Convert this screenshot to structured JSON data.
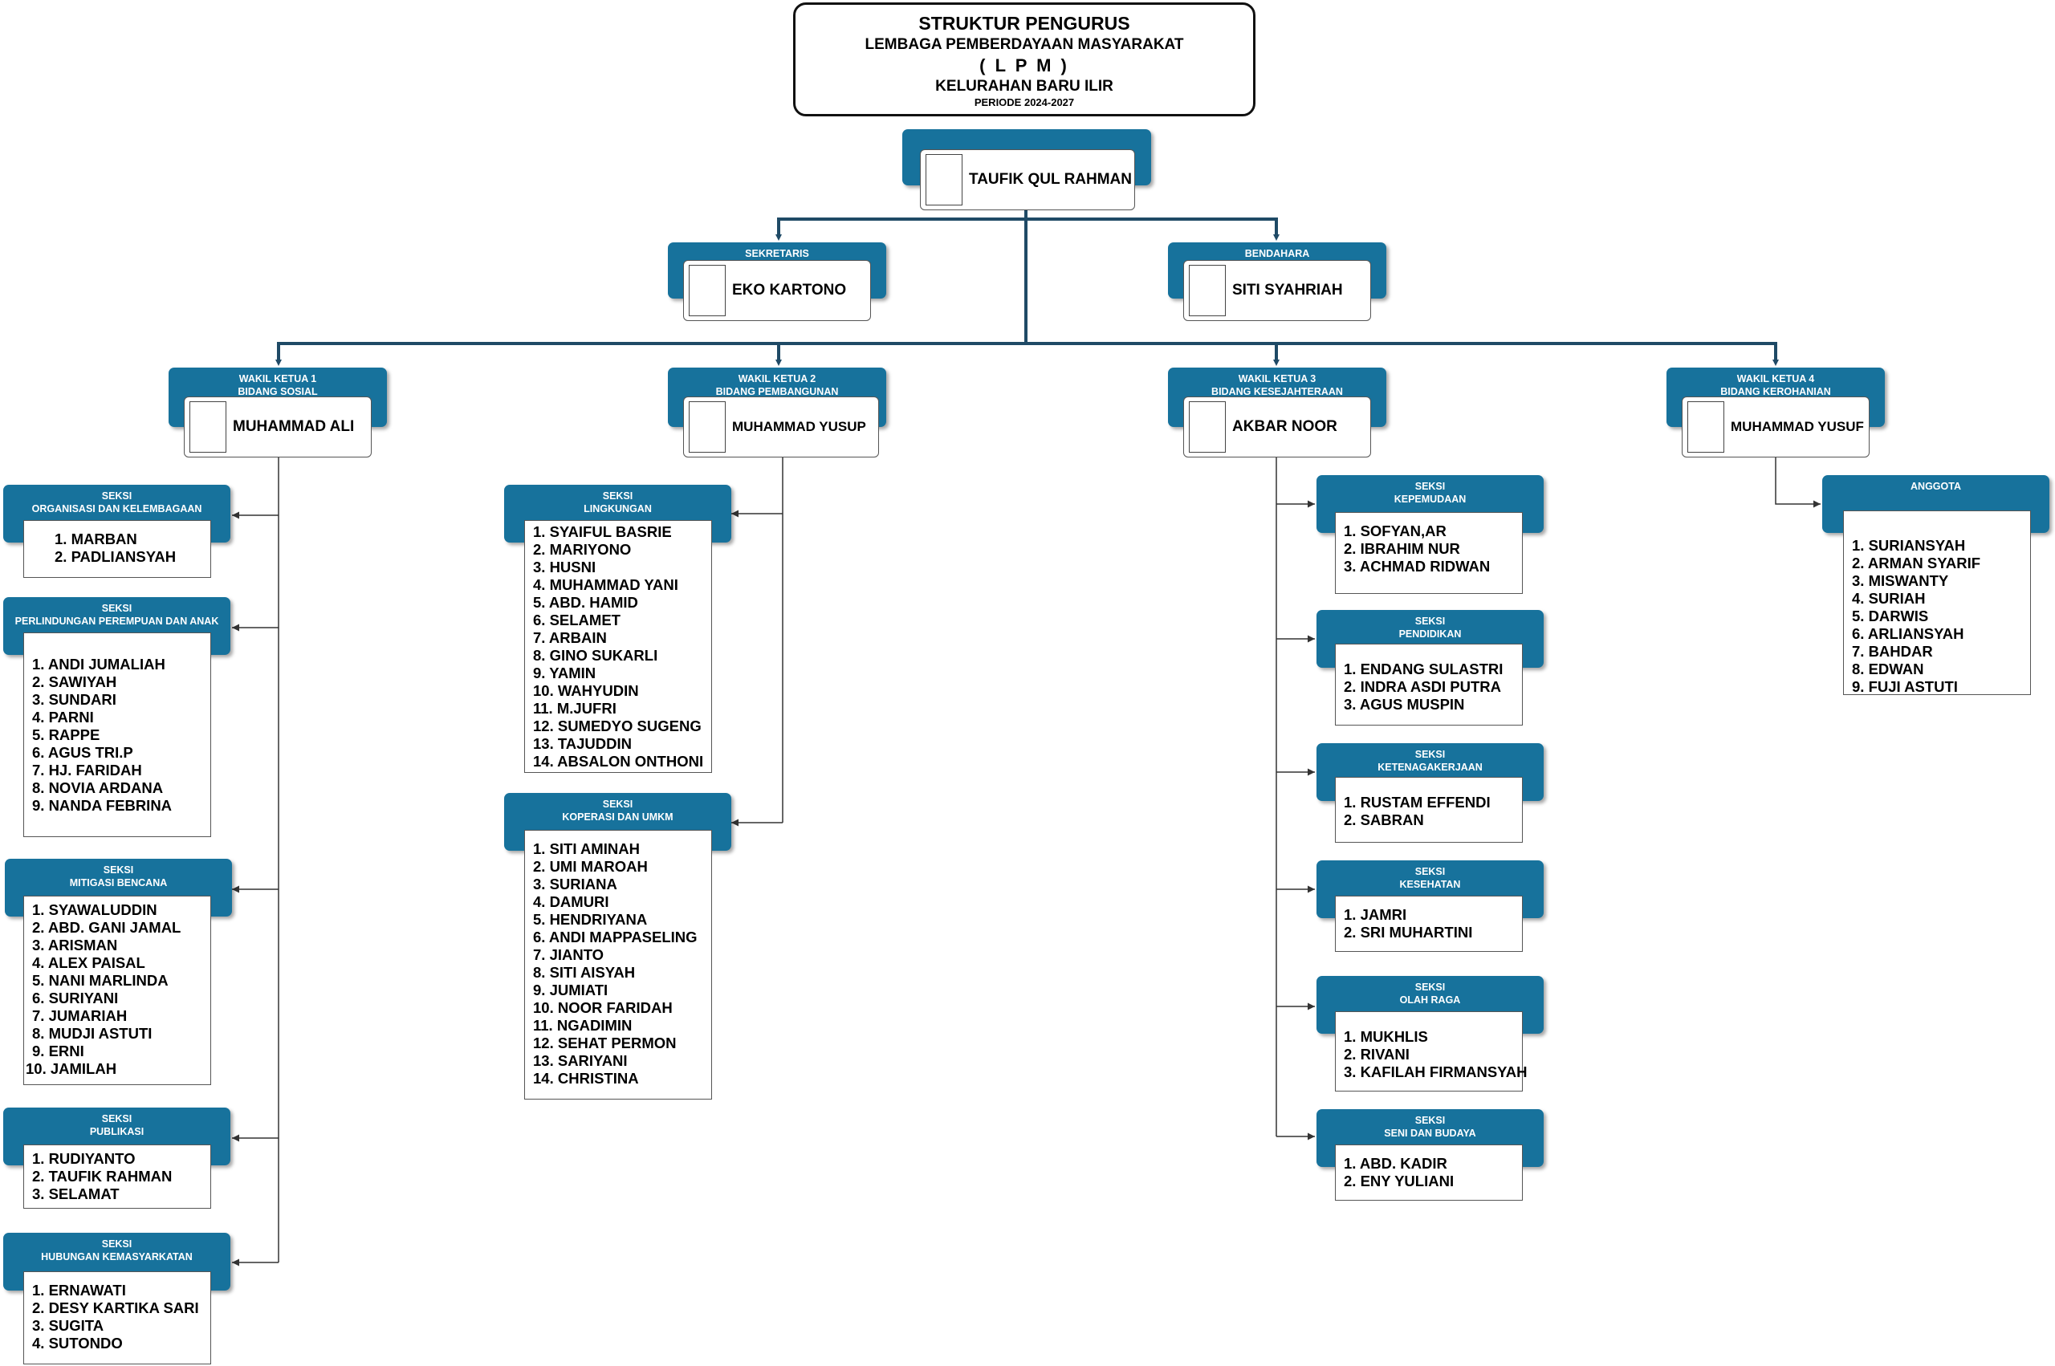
{
  "title": {
    "line1": "STRUKTUR PENGURUS",
    "line2": "LEMBAGA PEMBERDAYAAN MASYARAKAT",
    "line3": "( L P M )",
    "line4": "KELURAHAN BARU ILIR",
    "line5": "PERIODE 2024-2027"
  },
  "ketua": {
    "name": "TAUFIK QUL RAHMAN"
  },
  "sekretaris": {
    "role": "SEKRETARIS",
    "name": "EKO KARTONO"
  },
  "bendahara": {
    "role": "BENDAHARA",
    "name": "SITI SYAHRIAH"
  },
  "wakil1": {
    "role1": "WAKIL KETUA 1",
    "role2": "BIDANG SOSIAL",
    "name": "MUHAMMAD ALI"
  },
  "wakil2": {
    "role1": "WAKIL KETUA 2",
    "role2": "BIDANG PEMBANGUNAN",
    "name": "MUHAMMAD YUSUP"
  },
  "wakil3": {
    "role1": "WAKIL KETUA 3",
    "role2": "BIDANG KESEJAHTERAAN",
    "name": "AKBAR NOOR"
  },
  "wakil4": {
    "role1": "WAKIL KETUA 4",
    "role2": "BIDANG KEROHANIAN",
    "name": "MUHAMMAD YUSUF"
  },
  "seksi": {
    "organisasi": {
      "label": "SEKSI",
      "name": "ORGANISASI DAN KELEMBAGAAN",
      "members": [
        "1. MARBAN",
        "2. PADLIANSYAH"
      ]
    },
    "perlindungan": {
      "label": "SEKSI",
      "name": "PERLINDUNGAN PEREMPUAN DAN ANAK",
      "members": [
        "1. ANDI JUMALIAH",
        "2. SAWIYAH",
        "3. SUNDARI",
        "4. PARNI",
        "5. RAPPE",
        "6. AGUS TRI.P",
        "7. HJ. FARIDAH",
        "8. NOVIA ARDANA",
        "9. NANDA FEBRINA"
      ]
    },
    "mitigasi": {
      "label": "SEKSI",
      "name": "MITIGASI BENCANA",
      "members": [
        "1. SYAWALUDDIN",
        "2. ABD. GANI JAMAL",
        "3. ARISMAN",
        "4. ALEX PAISAL",
        "5. NANI MARLINDA",
        "6. SURIYANI",
        "7. JUMARIAH",
        "8. MUDJI ASTUTI",
        "9. ERNI",
        "10. JAMILAH"
      ]
    },
    "publikasi": {
      "label": "SEKSI",
      "name": "PUBLIKASI",
      "members": [
        "1. RUDIYANTO",
        "2. TAUFIK RAHMAN",
        "3. SELAMAT"
      ]
    },
    "hubungan": {
      "label": "SEKSI",
      "name": "HUBUNGAN KEMASYARKATAN",
      "members": [
        "1. ERNAWATI",
        "2. DESY KARTIKA SARI",
        "3. SUGITA",
        "4. SUTONDO"
      ]
    },
    "lingkungan": {
      "label": "SEKSI",
      "name": "LINGKUNGAN",
      "members": [
        "1. SYAIFUL BASRIE",
        "2. MARIYONO",
        "3. HUSNI",
        "4. MUHAMMAD YANI",
        "5. ABD. HAMID",
        "6. SELAMET",
        "7. ARBAIN",
        "8. GINO SUKARLI",
        "9. YAMIN",
        "10. WAHYUDIN",
        "11. M.JUFRI",
        "12. SUMEDYO SUGENG",
        "13. TAJUDDIN",
        "14. ABSALON ONTHONI"
      ]
    },
    "koperasi": {
      "label": "SEKSI",
      "name": "KOPERASI DAN UMKM",
      "members": [
        "1. SITI AMINAH",
        "2. UMI MAROAH",
        "3. SURIANA",
        "4. DAMURI",
        "5. HENDRIYANA",
        "6. ANDI MAPPASELING",
        "7. JIANTO",
        "8. SITI AISYAH",
        "9. JUMIATI",
        "10. NOOR FARIDAH",
        "11. NGADIMIN",
        "12. SEHAT PERMON",
        "13. SARIYANI",
        "14. CHRISTINA"
      ]
    },
    "kepemudaan": {
      "label": "SEKSI",
      "name": "KEPEMUDAAN",
      "members": [
        "1. SOFYAN,AR",
        "2. IBRAHIM NUR",
        "3. ACHMAD RIDWAN"
      ]
    },
    "pendidikan": {
      "label": "SEKSI",
      "name": "PENDIDIKAN",
      "members": [
        "1. ENDANG SULASTRI",
        "2. INDRA ASDI PUTRA",
        "3. AGUS MUSPIN"
      ]
    },
    "ketenagakerjaan": {
      "label": "SEKSI",
      "name": "KETENAGAKERJAAN",
      "members": [
        "1. RUSTAM EFFENDI",
        "2. SABRAN"
      ]
    },
    "kesehatan": {
      "label": "SEKSI",
      "name": "KESEHATAN",
      "members": [
        "1. JAMRI",
        "2. SRI MUHARTINI"
      ]
    },
    "olahraga": {
      "label": "SEKSI",
      "name": "OLAH RAGA",
      "members": [
        "1. MUKHLIS",
        "2. RIVANI",
        "3. KAFILAH FIRMANSYAH"
      ]
    },
    "seni": {
      "label": "SEKSI",
      "name": "SENI DAN BUDAYA",
      "members": [
        "1. ABD. KADIR",
        "2. ENY YULIANI"
      ]
    }
  },
  "anggota": {
    "label": "ANGGOTA",
    "members": [
      "1. SURIANSYAH",
      "2. ARMAN SYARIF",
      "3. MISWANTY",
      "4. SURIAH",
      "5. DARWIS",
      "6. ARLIANSYAH",
      "7. BAHDAR",
      "8. EDWAN",
      "9. FUJI ASTUTI"
    ]
  },
  "colors": {
    "header": "#17729c",
    "connector": "#1f4a66",
    "line": "#333333"
  }
}
